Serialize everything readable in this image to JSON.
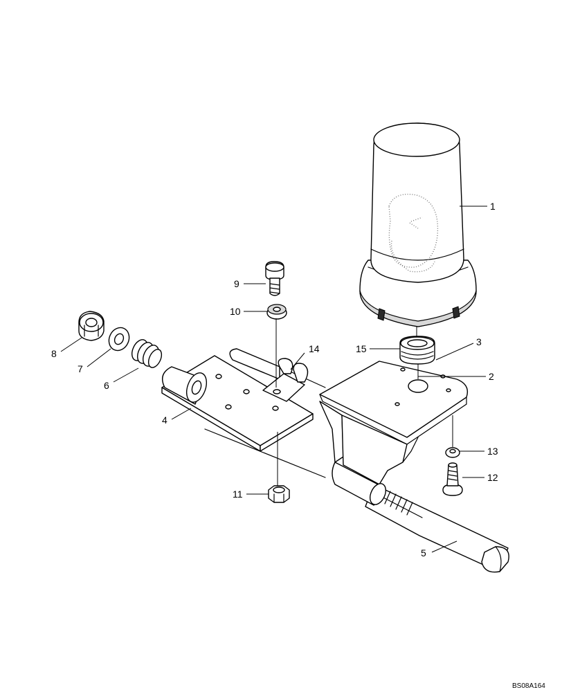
{
  "callouts": [
    {
      "id": "1",
      "label": "1"
    },
    {
      "id": "2",
      "label": "2"
    },
    {
      "id": "3",
      "label": "3"
    },
    {
      "id": "4",
      "label": "4"
    },
    {
      "id": "5",
      "label": "5"
    },
    {
      "id": "6",
      "label": "6"
    },
    {
      "id": "7",
      "label": "7"
    },
    {
      "id": "8",
      "label": "8"
    },
    {
      "id": "9",
      "label": "9"
    },
    {
      "id": "10",
      "label": "10"
    },
    {
      "id": "11",
      "label": "11"
    },
    {
      "id": "12",
      "label": "12"
    },
    {
      "id": "13",
      "label": "13"
    },
    {
      "id": "14",
      "label": "14"
    },
    {
      "id": "15",
      "label": "15"
    }
  ],
  "reference_code": "BS08A164"
}
